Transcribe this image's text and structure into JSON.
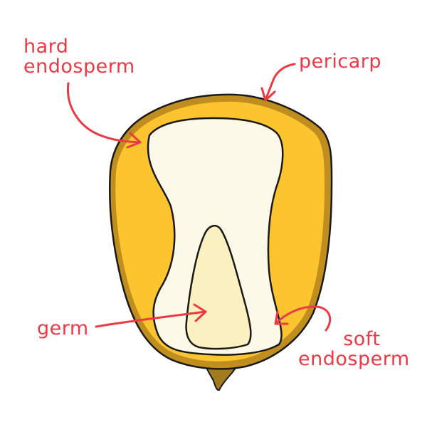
{
  "labels": {
    "hard_endosperm": [
      "hard",
      "endosperm"
    ],
    "pericarp": "pericarp",
    "germ": "germ",
    "soft_endosperm": [
      "soft",
      "endosperm"
    ]
  },
  "colors": {
    "label": "#ec3a44",
    "pericarp": "#b88a1c",
    "hard_endosperm": "#fcc42e",
    "soft_endosperm": "#fdf9e8",
    "germ": "#fbf0bf",
    "tip_cap": "#a27b20",
    "outline": "#1a1a1a"
  }
}
